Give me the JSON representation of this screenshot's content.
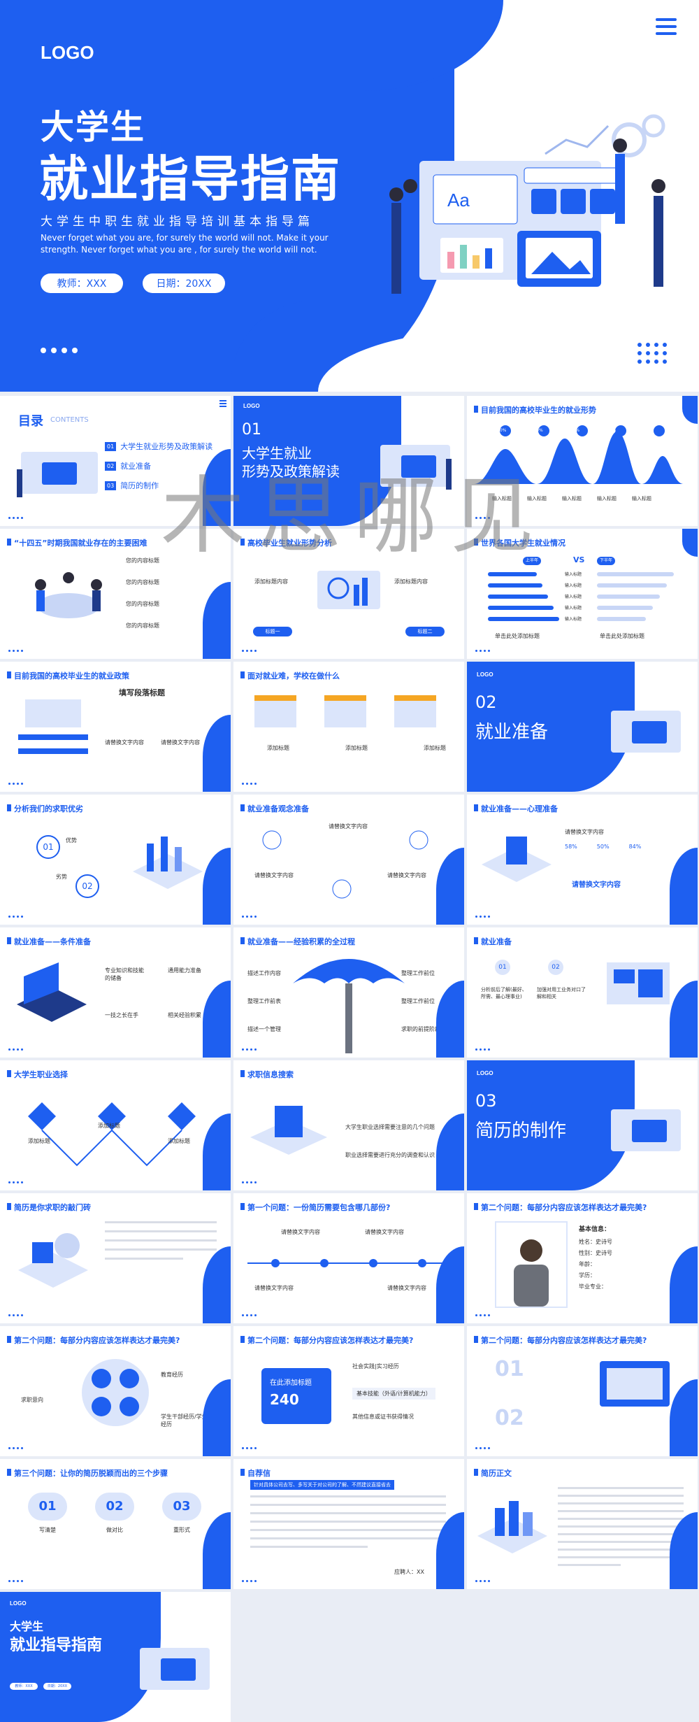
{
  "hero": {
    "logo": "LOGO",
    "title_line1": "大学生",
    "title_line2": "就业指导指南",
    "subtitle": "大学生中职生就业指导培训基本指导篇",
    "english": "Never forget what you are, for surely the world will not. Make it your strength. Never forget what you are , for surely the world will not.",
    "teacher": "教师：XXX",
    "date": "日期：20XX"
  },
  "watermark": "木思哪见",
  "slides": {
    "contents": {
      "title": "目录",
      "title_en": "CONTENTS",
      "items": [
        {
          "num": "01",
          "label": "大学生就业形势及政策解读"
        },
        {
          "num": "02",
          "label": "就业准备"
        },
        {
          "num": "03",
          "label": "简历的制作"
        }
      ]
    },
    "sec1": {
      "logo": "LOGO",
      "num": "01",
      "line1": "大学生就业",
      "line2": "形势及政策解读"
    },
    "s3": {
      "title": "目前我国的高校毕业生的就业形势",
      "pcts": [
        "40%",
        "60%",
        "80%",
        "50%",
        "70%"
      ],
      "labels": [
        "输入标题",
        "输入标题",
        "输入标题",
        "输入标题",
        "输入标题"
      ]
    },
    "s4": {
      "title": "“十四五”时期我国就业存在的主要困难",
      "items": [
        "您的内容标题",
        "您的内容标题",
        "您的内容标题",
        "您的内容标题"
      ]
    },
    "s5": {
      "title": "高校毕业生就业形势分析",
      "left": "添加标题内容",
      "right": "添加标题内容",
      "btn1": "标题一",
      "btn2": "标题二"
    },
    "s6": {
      "title": "世界各国大学生就业情况",
      "vs": "VS",
      "a": "上半年",
      "b": "下半年",
      "bars": [
        "输入标题",
        "输入标题",
        "输入标题",
        "输入标题",
        "输入标题"
      ],
      "c1": "单击此处添加标题",
      "c2": "单击此处添加标题"
    },
    "s7": {
      "title": "目前我国的高校毕业生的就业政策",
      "heading": "填写段落标题",
      "l": "请替换文字内容",
      "r": "请替换文字内容"
    },
    "s8": {
      "title": "面对就业难，学校在做什么",
      "items": [
        "添加标题",
        "添加标题",
        "添加标题"
      ]
    },
    "sec2": {
      "logo": "LOGO",
      "num": "02",
      "line1": "就业准备"
    },
    "s10": {
      "title": "分析我们的求职优劣",
      "n1": "01",
      "n2": "02",
      "t1": "优势",
      "t2": "劣势"
    },
    "s11": {
      "title": "就业准备观念准备",
      "t1": "请替换文字内容",
      "t2": "请替换文字内容",
      "t3": "请替换文字内容"
    },
    "s12": {
      "title": "就业准备——心理准备",
      "t1": "请替换文字内容",
      "pcts": [
        "58%",
        "50%",
        "84%"
      ],
      "cta": "请替换文字内容"
    },
    "s13": {
      "title": "就业准备——条件准备",
      "items": [
        "专业知识和技能的储备",
        "通用能力准备",
        "一技之长在手",
        "相关经验积累"
      ]
    },
    "s14": {
      "title": "就业准备——经验积累的全过程",
      "l1": "描述工作内容",
      "l2": "整理工作前表",
      "l3": "描述一个管理",
      "r1": "整理工作前位",
      "r2": "整理工作前位",
      "r3": "求职的前提阶段"
    },
    "s15": {
      "title": "就业准备",
      "n1": "01",
      "n2": "02",
      "t1": "分析前后了解(最好、所需、最心理事业)",
      "t2": "加强对用工业务对口了解和相关"
    },
    "s16": {
      "title": "大学生职业选择",
      "items": [
        "添加标题",
        "添加标题",
        "添加标题"
      ]
    },
    "s17": {
      "title": "求职信息搜索",
      "items": [
        "大学生职业选择需要注意的几个问题",
        "职业选择需要进行充分的调查和认识"
      ]
    },
    "sec3": {
      "logo": "LOGO",
      "num": "03",
      "line1": "简历的制作"
    },
    "s19": {
      "title": "简历是你求职的敲门砖"
    },
    "s20": {
      "title": "第一个问题：一份简历需要包含哪几部份?",
      "items": [
        "请替换文字内容",
        "请替换文字内容",
        "请替换文字内容",
        "请替换文字内容"
      ]
    },
    "s21": {
      "title": "第二个问题：每部分内容应该怎样表达才最完美?",
      "label": "基本信息：",
      "rows": [
        "姓名：史诗号",
        "性别：史诗号",
        "年龄：",
        "学历：",
        "毕业专业："
      ]
    },
    "s22": {
      "title": "第二个问题：每部分内容应该怎样表达才最完美?",
      "l1": "求职意向",
      "l2": "教育经历",
      "l3": "学生干部经历/学生活动经历"
    },
    "s23": {
      "title": "第二个问题：每部分内容应该怎样表达才最完美?",
      "card": "在此添加标题",
      "num": "240",
      "r1": "社会实践|实习经历",
      "r2": "基本技能（外语/计算机能力）",
      "r3": "其他信息或证书获得情况"
    },
    "s24": {
      "title": "第二个问题：每部分内容应该怎样表达才最完美?",
      "n1": "01",
      "n2": "02"
    },
    "s25": {
      "title": "第三个问题：让你的简历脱颖而出的三个步骤",
      "items": [
        {
          "n": "01",
          "l": "写清楚"
        },
        {
          "n": "02",
          "l": "做对比"
        },
        {
          "n": "03",
          "l": "重形式"
        }
      ]
    },
    "s26": {
      "title": "自荐信",
      "sub": "针对具体公司去写、多写关于对公司的了解、不然建议直接省去",
      "sign": "应聘人：XX"
    },
    "s27": {
      "title": "简历正文"
    },
    "end": {
      "logo": "LOGO",
      "line1": "大学生",
      "line2": "就业指导指南",
      "teacher": "教师：XXX",
      "date": "日期：20XX"
    }
  }
}
